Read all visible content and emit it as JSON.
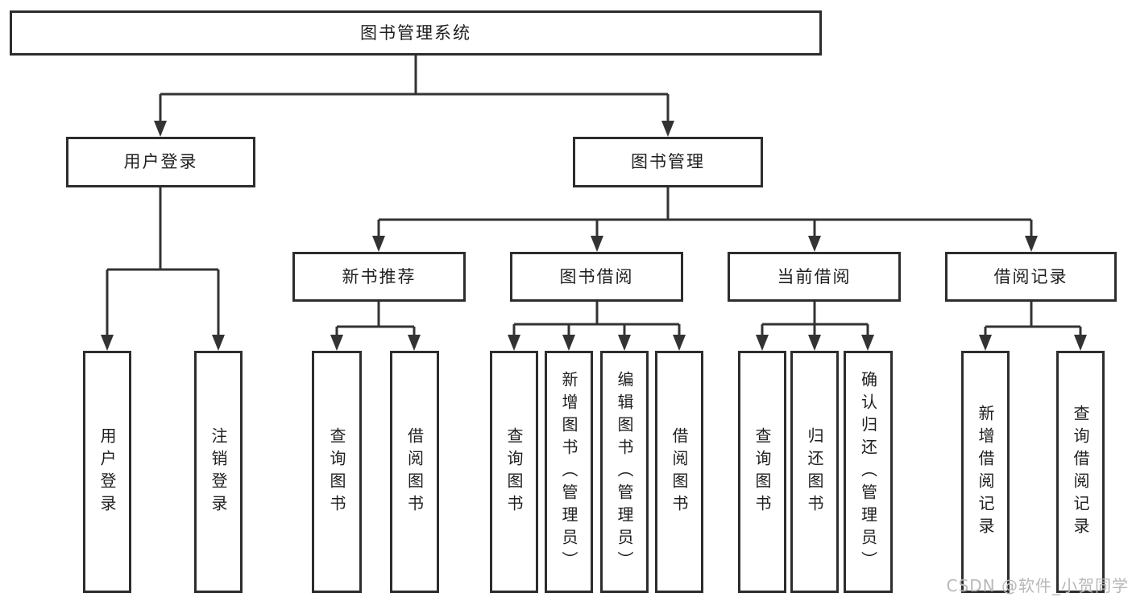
{
  "watermark": "CSDN @软件_小贺同学",
  "colors": {
    "line": "#333333",
    "border": "#2d2d2d",
    "text": "#1f1f1f",
    "watermark_color": "#b8b8b8",
    "background": "#ffffff"
  },
  "tree": {
    "label": "图书管理系统",
    "children": [
      {
        "label": "用户登录",
        "children": [
          {
            "label": "用户登录"
          },
          {
            "label": "注销登录"
          }
        ]
      },
      {
        "label": "图书管理",
        "children": [
          {
            "label": "新书推荐",
            "children": [
              {
                "label": "查询图书"
              },
              {
                "label": "借阅图书"
              }
            ]
          },
          {
            "label": "图书借阅",
            "children": [
              {
                "label": "查询图书"
              },
              {
                "label": "新增图书（管理员）"
              },
              {
                "label": "编辑图书（管理员）"
              },
              {
                "label": "借阅图书"
              }
            ]
          },
          {
            "label": "当前借阅",
            "children": [
              {
                "label": "查询图书"
              },
              {
                "label": "归还图书"
              },
              {
                "label": "确认归还（管理员）"
              }
            ]
          },
          {
            "label": "借阅记录",
            "children": [
              {
                "label": "新增借阅记录"
              },
              {
                "label": "查询借阅记录"
              }
            ]
          }
        ]
      }
    ]
  }
}
